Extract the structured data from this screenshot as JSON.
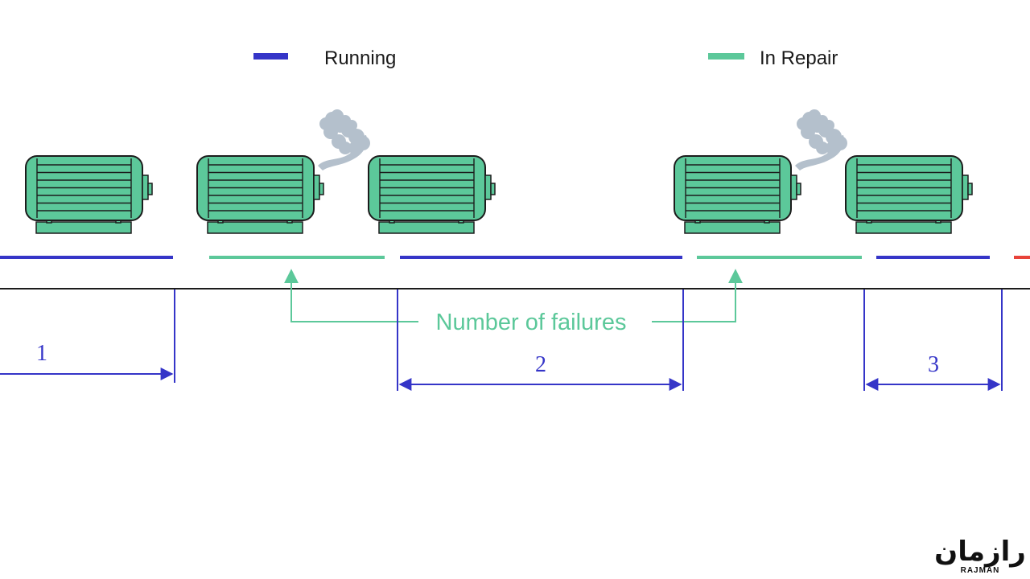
{
  "legend": {
    "running": {
      "label": "Running",
      "color": "#3535c8"
    },
    "repair": {
      "label": "In Repair",
      "color": "#5cc89a"
    }
  },
  "colors": {
    "motor_fill": "#5cc89a",
    "motor_stroke": "#1c1c1c",
    "smoke": "#b4c0cc",
    "interval": "#3535c8",
    "failure_annotation": "#5cc89a",
    "next_state": "#e8433a",
    "axis": "#1c1c1c"
  },
  "timeline": {
    "segments": [
      "running",
      "repair",
      "running",
      "repair",
      "running",
      "next"
    ]
  },
  "motors": [
    {
      "state": "running",
      "smoking": false
    },
    {
      "state": "failed",
      "smoking": true
    },
    {
      "state": "running",
      "smoking": false
    },
    {
      "state": "failed",
      "smoking": true
    },
    {
      "state": "running",
      "smoking": false
    }
  ],
  "failures_label": "Number of failures",
  "intervals": [
    {
      "label": "1"
    },
    {
      "label": "2"
    },
    {
      "label": "3"
    }
  ],
  "watermark": {
    "logo_text": "رازمان",
    "subtext": "RAJMAN"
  }
}
